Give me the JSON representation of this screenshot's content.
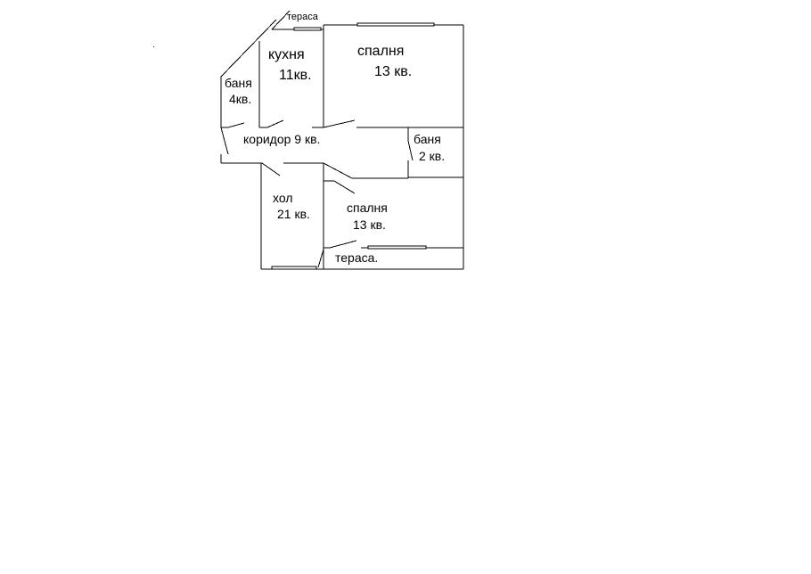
{
  "rooms": {
    "terrace_top": {
      "label": "тераса"
    },
    "kitchen": {
      "name": "кухня",
      "area": "11кв."
    },
    "bedroom_top": {
      "name": "спалня",
      "area": "13 кв."
    },
    "bath_left": {
      "name": "баня",
      "area": "4кв."
    },
    "corridor": {
      "label": "коридор 9 кв."
    },
    "bath_right": {
      "name": "баня",
      "area": "2 кв."
    },
    "hall": {
      "name": "хол",
      "area": "21 кв."
    },
    "bedroom_bottom": {
      "name": "спалня",
      "area": "13 кв."
    },
    "terrace_bottom": {
      "label": "тераса."
    }
  }
}
